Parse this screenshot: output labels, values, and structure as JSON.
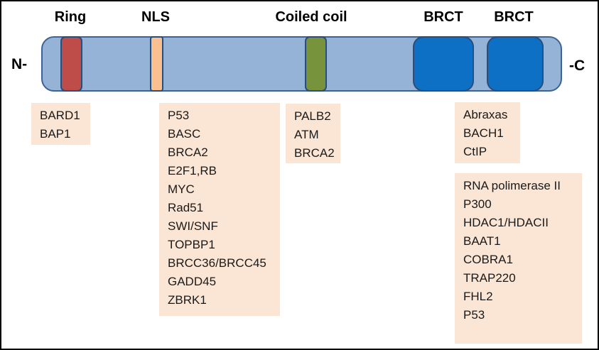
{
  "terminals": {
    "n": "N-",
    "c": "-C"
  },
  "colors": {
    "backbone_fill": "#95b3d7",
    "backbone_border": "#3c6394",
    "ring_fill": "#be4c49",
    "nls_fill": "#fac090",
    "coiled_coil_fill": "#77933c",
    "brct_fill": "#0d70c4",
    "marker_border": "#2a4d79",
    "box_fill": "#fbe5d4",
    "text": "#1a1a1a"
  },
  "domains": [
    {
      "id": "ring",
      "label": "Ring"
    },
    {
      "id": "nls",
      "label": "NLS"
    },
    {
      "id": "coiled-coil",
      "label": "Coiled coil"
    },
    {
      "id": "brct-1",
      "label": "BRCT"
    },
    {
      "id": "brct-2",
      "label": "BRCT"
    }
  ],
  "interactors": [
    {
      "domain": "ring",
      "proteins": [
        "BARD1",
        "BAP1"
      ]
    },
    {
      "domain": "nls",
      "proteins": [
        "P53",
        "BASC",
        "BRCA2",
        "E2F1,RB",
        "MYC",
        "Rad51",
        "SWI/SNF",
        "TOPBP1",
        "BRCC36/BRCC45",
        "GADD45",
        "ZBRK1"
      ]
    },
    {
      "domain": "coiled-coil",
      "proteins": [
        "PALB2",
        "ATM",
        "BRCA2"
      ]
    },
    {
      "domain": "brct",
      "proteins": [
        "Abraxas",
        "BACH1",
        "CtIP"
      ]
    },
    {
      "domain": "brct",
      "proteins": [
        "RNA polimerase II",
        "P300",
        "HDAC1/HDACII",
        "BAAT1",
        "COBRA1",
        "TRAP220",
        "FHL2",
        "P53"
      ]
    }
  ]
}
